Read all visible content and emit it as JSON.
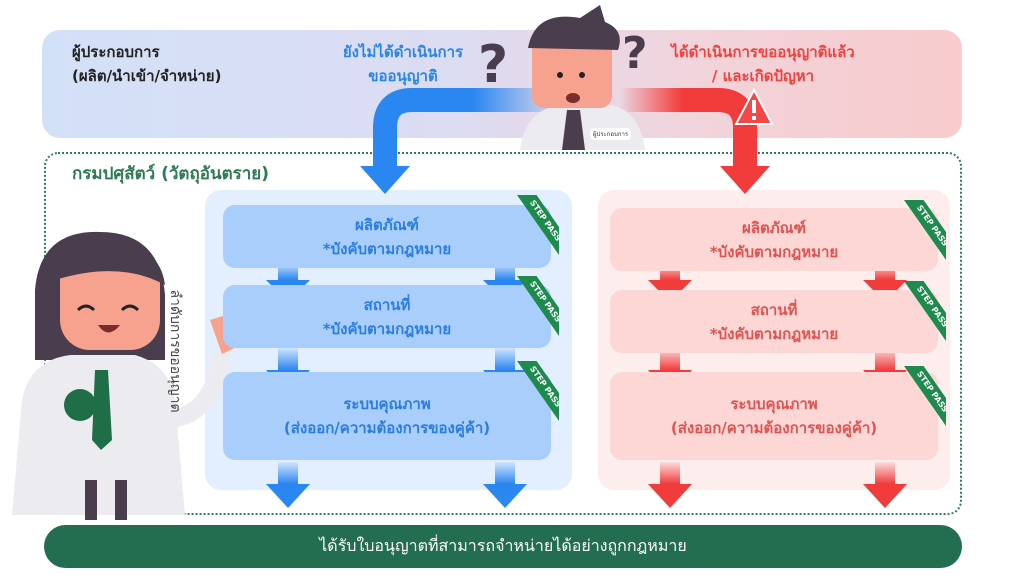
{
  "header": {
    "operator_label": [
      "ผู้ประกอบการ",
      "(ผลิต/นำเข้า/จำหน่าย)"
    ],
    "not_yet_label": [
      "ยังไม่ได้ดำเนินการ",
      "ขออนุญาติ"
    ],
    "already_label": [
      "ได้ดำเนินการขออนุญาติแล้ว",
      "/ และเกิดปัญหา"
    ],
    "character_tag": "ผู้ประกอบการ"
  },
  "department": {
    "title": "กรมปศุสัตว์ (วัตถุอันตราย)",
    "vertical_label": "ลำดับการขออนุญาต"
  },
  "flows": {
    "blue": [
      {
        "line1": "ผลิตภัณฑ์",
        "line2": "*บังคับตามกฎหมาย",
        "badge": "STEP PASS"
      },
      {
        "line1": "สถานที่",
        "line2": "*บังคับตามกฎหมาย",
        "badge": "STEP PASS"
      },
      {
        "line1": "ระบบคุณภาพ",
        "line2": "(ส่งออก/ความต้องการของคู่ค้า)",
        "badge": "STEP PASS"
      }
    ],
    "red": [
      {
        "line1": "ผลิตภัณฑ์",
        "line2": "*บังคับตามกฎหมาย",
        "badge": "STEP PASS"
      },
      {
        "line1": "สถานที่",
        "line2": "*บังคับตามกฎหมาย",
        "badge": "STEP PASS"
      },
      {
        "line1": "ระบบคุณภาพ",
        "line2": "(ส่งออก/ความต้องการของคู่ค้า)",
        "badge": "STEP PASS"
      }
    ]
  },
  "result": "ได้รับใบอนุญาตที่สามารถจำหน่ายได้อย่างถูกกฎหมาย",
  "colors": {
    "blue": "#2a86e6",
    "red": "#f0433f",
    "green": "#236e50"
  }
}
